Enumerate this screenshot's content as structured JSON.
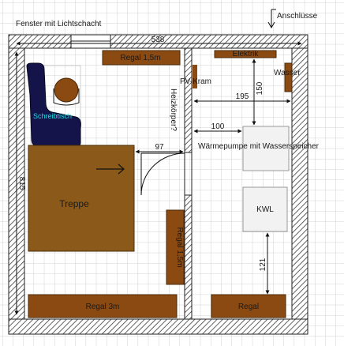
{
  "labels": {
    "window": "Fenster mit Lichtschacht",
    "connections": "Anschlüsse",
    "shelf_top": "Regal 1,5m",
    "desk": "Schreibtisch",
    "pv_stuff": "PV-Kram",
    "heater": "Heizkörper?",
    "electrics": "Elektrik",
    "water": "Wasser",
    "heat_pump": "Wärmepumpe mit Wasserspeicher",
    "stairs": "Treppe",
    "shelf_middle": "Regal 1,5m",
    "shelf_bottom": "Regal 3m",
    "shelf_right": "Regal",
    "fridge": "KWL"
  },
  "dimensions": {
    "total_width": "538",
    "total_height": "815",
    "to_door": "97",
    "right_width": "195",
    "vertical_150": "150",
    "horizontal_100": "100",
    "vertical_121": "121"
  },
  "colors": {
    "wood": "#8b4a12",
    "stairs": "#8b5a1a",
    "desk_chair": "#14144a",
    "hatch": "#5a5a5a"
  }
}
